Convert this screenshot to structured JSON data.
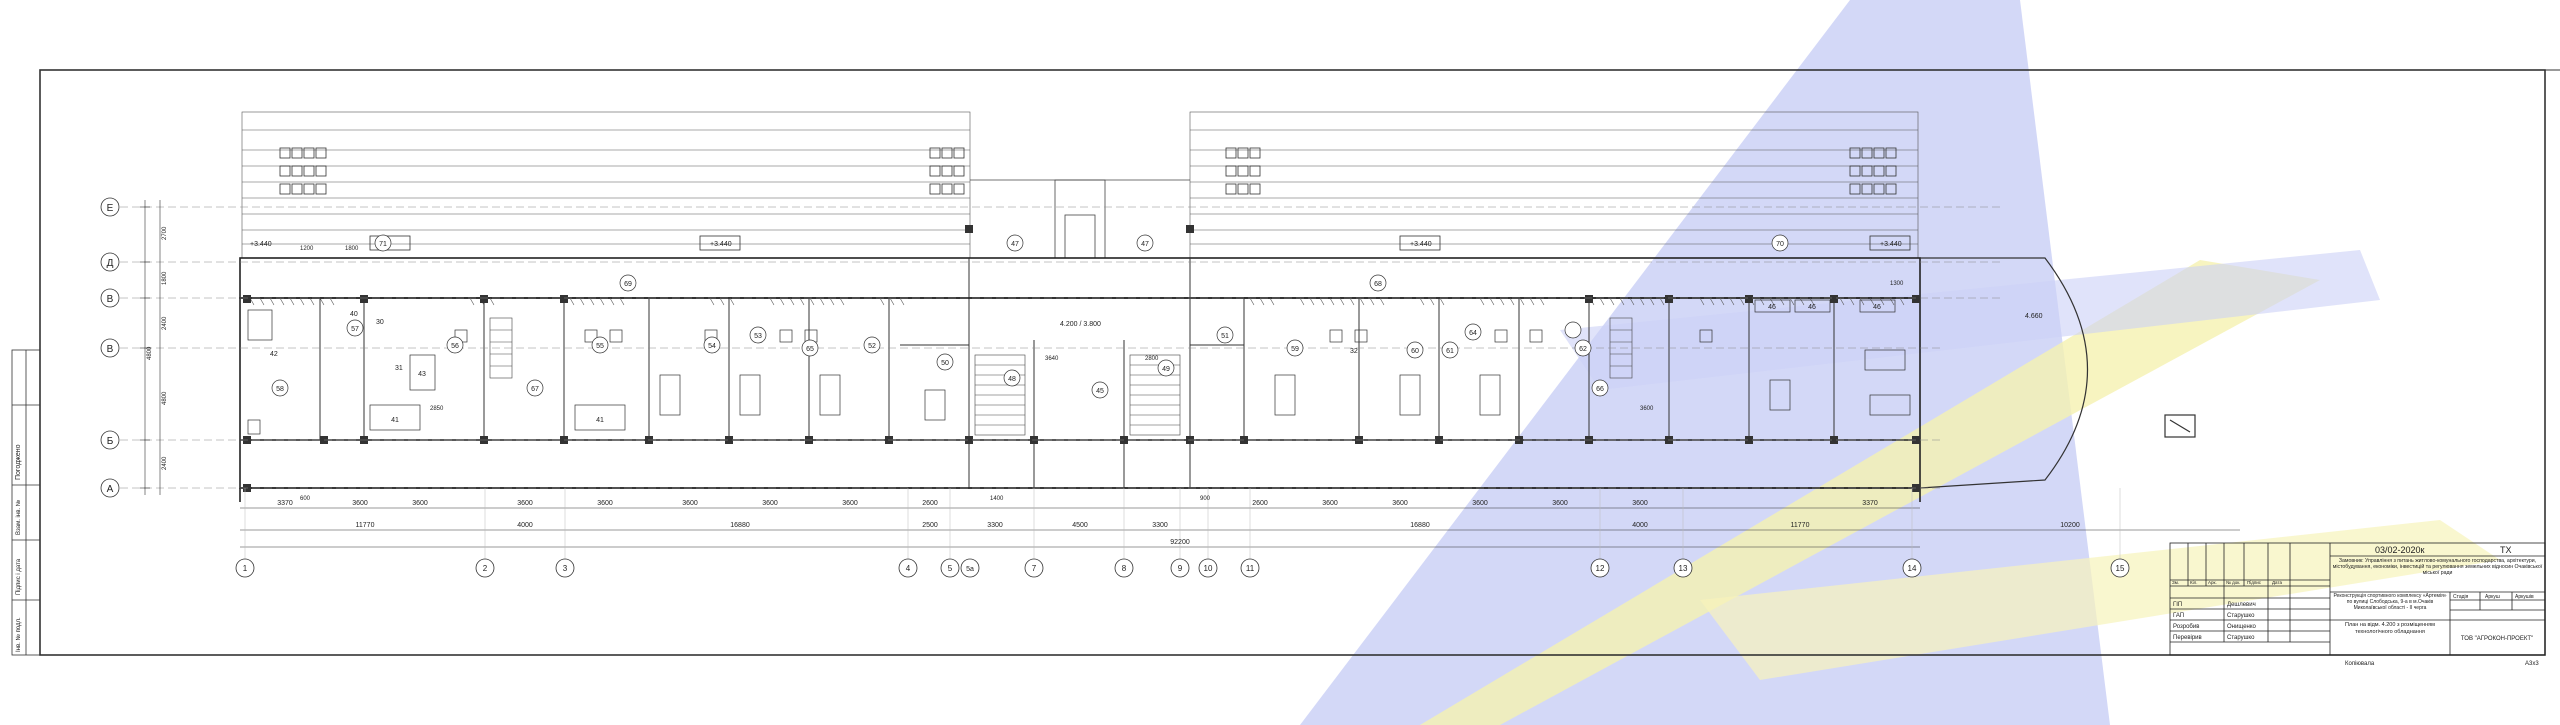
{
  "project": {
    "code": "03/02-2020к",
    "stage_mark": "ТХ",
    "customer": "Замовник: Управління з питань житлово-комунального господарства, архітектури, містобудування, економіки, інвестицій та регулювання земельних відносин Очаківської міської ради",
    "object": "Реконструкція спортивного комплексу «Артемія» по вулиці Слободська, 9-а в м.Очаків Миколаївської області - ІІ черга",
    "sheet_title": "План на відм. 4.200 з розміщенням технологічного обладнання",
    "company": "ТОВ \"АГРОКОН-ПРОЕКТ\"",
    "copied": "Копіювала",
    "format": "А3х3",
    "stage_headers": [
      "Стадія",
      "Аркуш",
      "Аркушів"
    ]
  },
  "signatures": {
    "columns": [
      "Зм.",
      "Кіл.",
      "Арк.",
      "№ док.",
      "Підпис",
      "Дата"
    ],
    "rows": [
      {
        "role": "ГІП",
        "name": "Дешлевич"
      },
      {
        "role": "ГАП",
        "name": "Старушко"
      },
      {
        "role": "Розробив",
        "name": "Онищенко"
      },
      {
        "role": "Перевірив",
        "name": "Старушко"
      }
    ]
  },
  "left_stamp": [
    "Погоджено",
    "Взам. інв. №",
    "Підпис і дата",
    "Інв. № подл."
  ],
  "axes_letters": [
    "Е",
    "Д",
    "В",
    "В",
    "Б",
    "А"
  ],
  "axes_numbers": [
    "1",
    "2",
    "3",
    "4",
    "5",
    "5а",
    "7",
    "8",
    "9",
    "10",
    "11",
    "12",
    "13",
    "14",
    "15"
  ],
  "levels": [
    "+3.440",
    "+3.440",
    "+3.440",
    "+3.440",
    "4.200 / 3.800",
    "4.660"
  ],
  "rooms": [
    "71",
    "69",
    "68",
    "70",
    "47",
    "47",
    "58",
    "57",
    "56",
    "67",
    "55",
    "54",
    "53",
    "52",
    "51",
    "59",
    "60",
    "61",
    "62",
    "66",
    "50",
    "48",
    "49",
    "43",
    "41",
    "41",
    "46",
    "46",
    "46",
    "45",
    "64",
    "65",
    "30",
    "31",
    "32",
    "40",
    "42"
  ],
  "dimensions": {
    "bottom_row1": [
      "3370",
      "3600",
      "3600",
      "3600",
      "3600",
      "3600",
      "3600",
      "3600",
      "2600",
      "2600",
      "3600",
      "3600",
      "3600",
      "3600",
      "3600",
      "3370"
    ],
    "bottom_row2": [
      "11770",
      "4000",
      "16880",
      "2500",
      "3300",
      "4500",
      "3300",
      "16880",
      "4000",
      "11770",
      "10200"
    ],
    "overall": "92200",
    "left": [
      "2700",
      "1800",
      "2400",
      "4800",
      "2400",
      "4800"
    ],
    "misc": [
      "1200",
      "1800",
      "3640",
      "2800",
      "1400",
      "900",
      "600",
      "1300",
      "2850",
      "3600"
    ]
  }
}
